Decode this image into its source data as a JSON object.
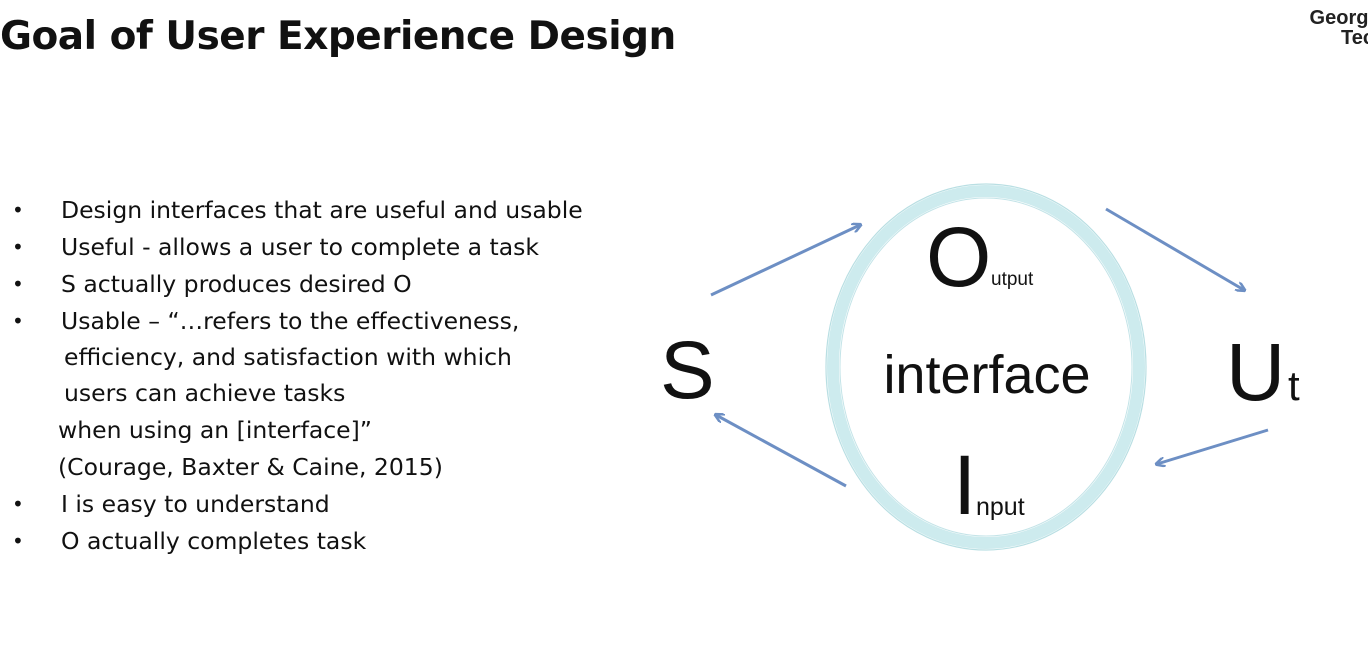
{
  "title": "Goal of User Experience Design",
  "logo": {
    "line1": "Georgi",
    "line2": "Tec"
  },
  "bullets": [
    {
      "bullet": "•",
      "text": "Design interfaces that are useful and usable"
    },
    {
      "bullet": "•",
      "text": "Useful - allows a user to complete a task"
    },
    {
      "bullet": "•",
      "text": "S actually produces desired O"
    },
    {
      "bullet": "•",
      "text": "Usable – “…refers to the effectiveness,"
    },
    {
      "bullet": "",
      "text": "efficiency, and satisfaction with which"
    },
    {
      "bullet": "",
      "text": "users can achieve tasks"
    },
    {
      "bullet": "",
      "text": "when using an [interface]”"
    },
    {
      "bullet": "",
      "text": "(Courage, Baxter & Caine, 2015)"
    },
    {
      "bullet": "•",
      "text": "I is easy to understand"
    },
    {
      "bullet": "•",
      "text": "O actually completes task"
    }
  ],
  "diagram": {
    "left_node": "S",
    "right_node": "U",
    "right_subscript": "t",
    "center_label": "interface",
    "output_letter": "O",
    "output_suffix": "utput",
    "input_letter": "I",
    "input_suffix": "nput",
    "colors": {
      "ring": "#cdebee",
      "ring_stroke": "#b9dfe3",
      "arrow": "#6d8fc4"
    }
  }
}
